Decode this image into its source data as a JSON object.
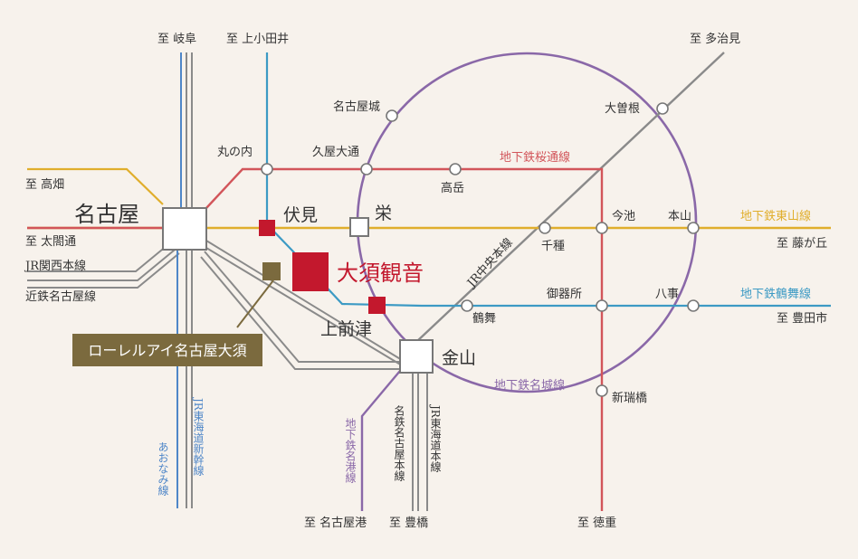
{
  "colors": {
    "background": "#f7f2ec",
    "sakuradori": "#d2555a",
    "higashiyama": "#e0ae2c",
    "tsurumai": "#3c9ac4",
    "meijo": "#8a68a8",
    "meiko": "#8a68a8",
    "jr_chuo": "#8a8a8a",
    "jr_kansai_kintetsu": "#8a8a8a",
    "kamiotai": "#3c9ac4",
    "aonami": "#4e86c8",
    "highlight": "#c3182d",
    "property": "#7b6a3e"
  },
  "title": "",
  "destinations": {
    "gifu": "至 岐阜",
    "kamiotai": "至 上小田井",
    "tajimi": "至 多治見",
    "takabata": "至 高畑",
    "taikodori": "至 太閤通",
    "fujigaoka": "至 藤が丘",
    "toyotashi": "至 豊田市",
    "nagoyako": "至 名古屋港",
    "toyohashi": "至 豊橋",
    "tokushige": "至 徳重"
  },
  "lines": {
    "sakuradori": "地下鉄桜通線",
    "higashiyama": "地下鉄東山線",
    "tsurumai": "地下鉄鶴舞線",
    "meijo": "地下鉄名城線",
    "jr_chuo": "JR中央本線",
    "jr_kansai": "JR関西本線",
    "kintetsu": "近鉄名古屋線",
    "aonami": "あおなみ線",
    "shinkansen": "JR東海道新幹線",
    "meitetsu": "名鉄名古屋本線",
    "jr_tokaido": "JR東海道本線",
    "meiko": "地下鉄名港線"
  },
  "stations": {
    "nagoya": "名古屋",
    "fushimi": "伏見",
    "sakae": "栄",
    "osu_kannon": "大須観音",
    "kamimaezu": "上前津",
    "kanayama": "金山",
    "marunouchi": "丸の内",
    "hisaya_odori": "久屋大通",
    "takaoka": "高岳",
    "nagoyajo": "名古屋城",
    "ozone": "大曽根",
    "imaike": "今池",
    "motoyama": "本山",
    "chikusa": "千種",
    "gokiso": "御器所",
    "yagoto": "八事",
    "tsurumai": "鶴舞",
    "aratamabashi": "新瑞橋"
  },
  "property": "ローレルアイ名古屋大須"
}
